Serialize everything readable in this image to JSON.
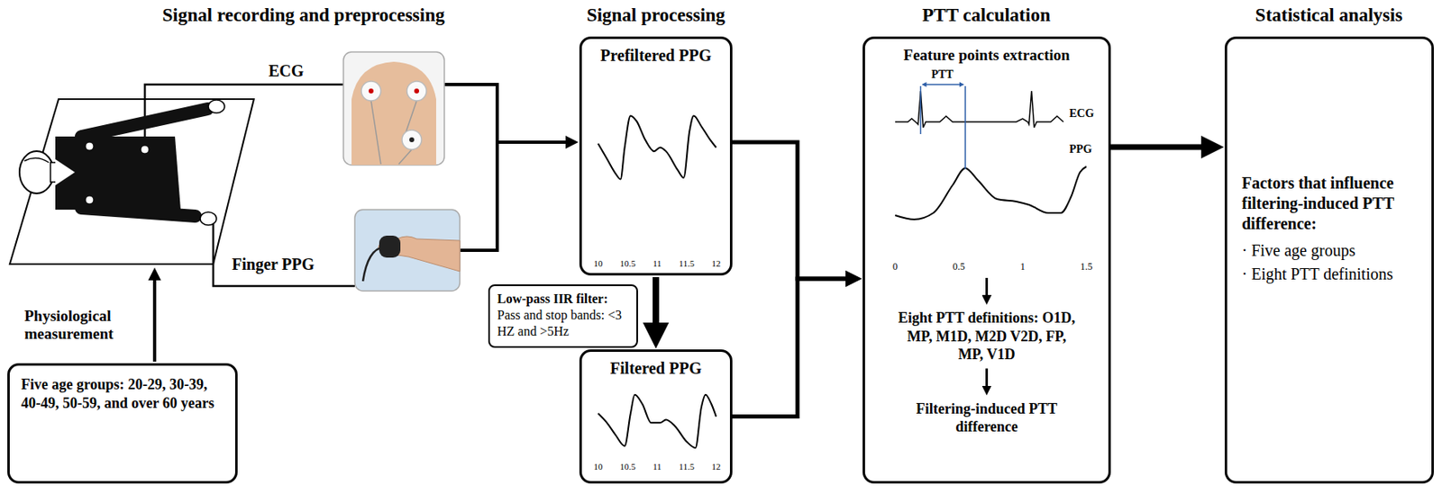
{
  "diagram": {
    "nodes": [
      {
        "text": [
          "Five age groups: 20-29, 30-39, 40-49, 50-59, and over 60 years"
        ]
      },
      {
        "text": [
          "Prefiltered PPG"
        ]
      },
      {
        "text": [
          "Low-pass IIR filter:",
          "Pass and stop bands: <3 HZ and >5Hz"
        ]
      },
      {
        "text": [
          "Filtered PPG"
        ]
      },
      {
        "text": [
          "Feature points extraction",
          "Eight PTT definitions: O1D, MP, M1D, M2D V2D, FP, MP, V1D",
          "Filtering-induced PTT difference"
        ]
      },
      {
        "text": [
          "Factors that influence filtering-induced PTT difference:",
          "· Five age groups",
          "· Eight PTT definitions"
        ]
      }
    ],
    "edges": [
      {
        "from": 1,
        "to": 3,
        "arrow": "to"
      },
      {
        "from": 1,
        "to": 4,
        "arrow": "to"
      },
      {
        "from": 3,
        "to": 4,
        "arrow": "to"
      },
      {
        "from": 4,
        "to": 5,
        "arrow": "to"
      }
    ],
    "labels": [
      "Signal recording and preprocessing",
      "Signal processing",
      "PTT calculation",
      "Statistical analysis",
      "ECG",
      "Finger PPG",
      "Physiological measurement",
      "10",
      "10.5",
      "11",
      "11.5",
      "12",
      "10",
      "10.5",
      "11",
      "11.5",
      "12",
      "PTT",
      "ECG",
      "PPG",
      "0",
      "0.5",
      "1",
      "1.5"
    ]
  }
}
